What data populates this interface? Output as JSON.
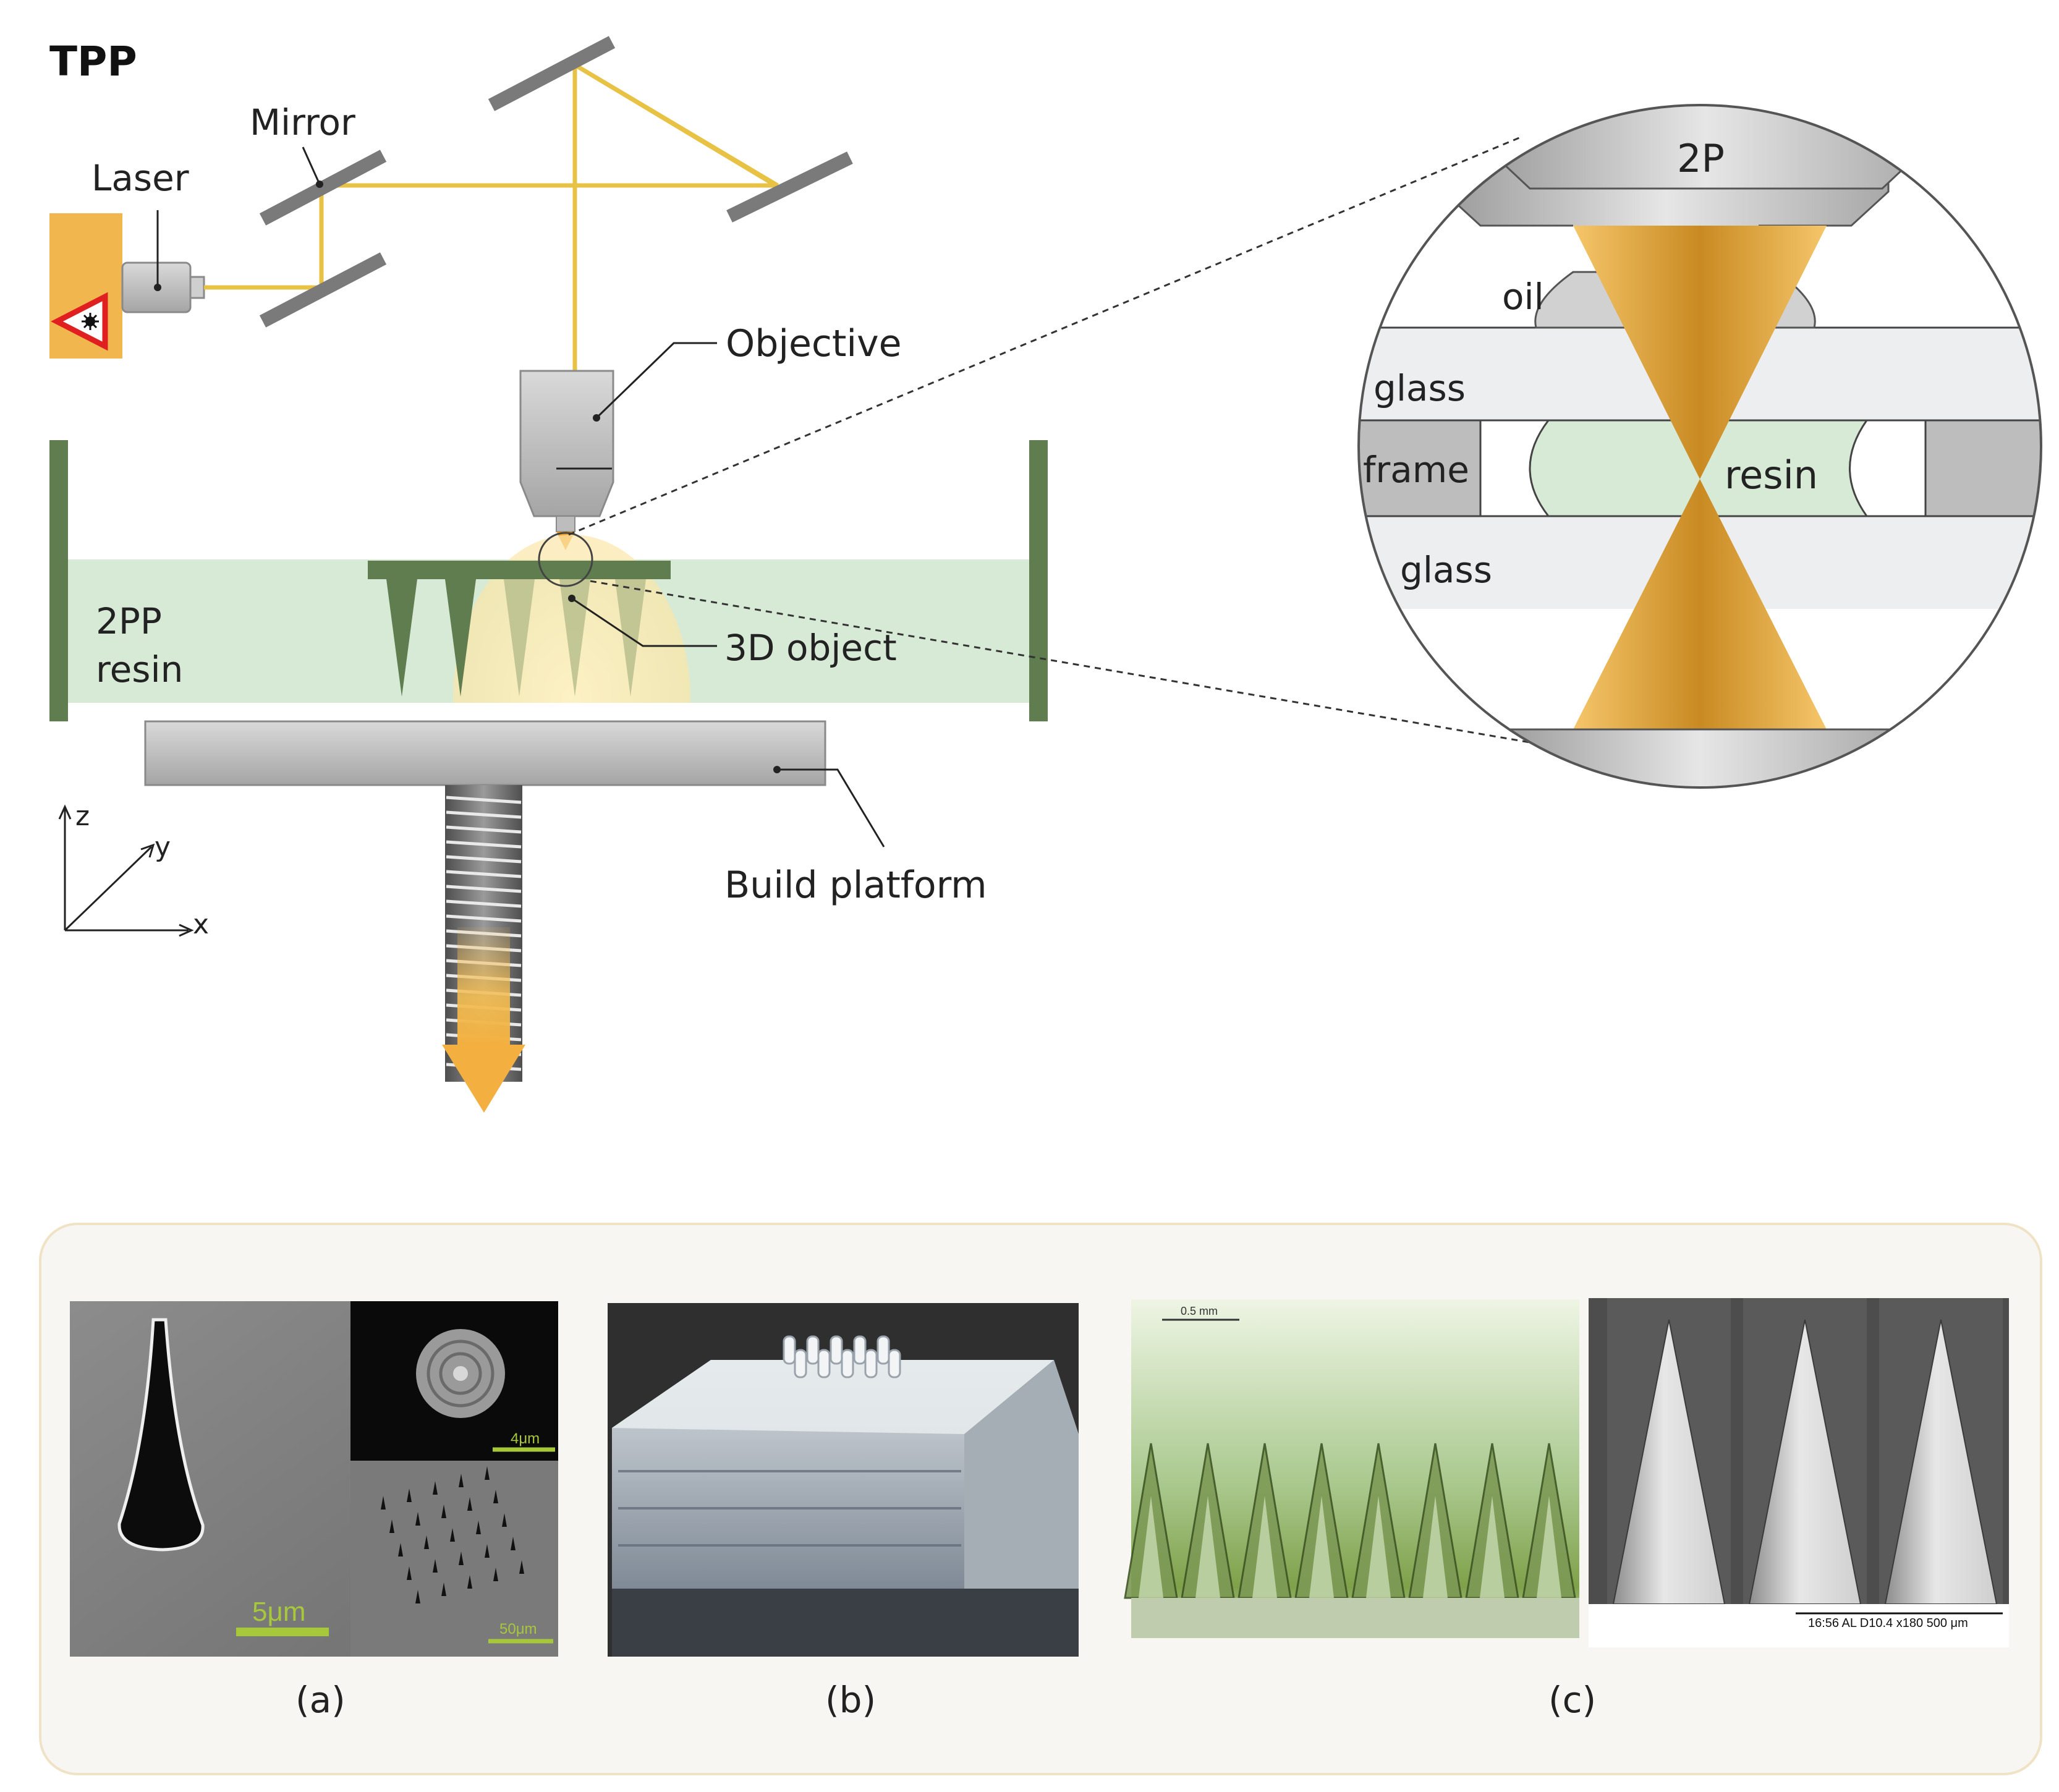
{
  "figure": {
    "title": "TPP",
    "labels": {
      "mirror": "Mirror",
      "laser": "Laser",
      "objective": "Objective",
      "resin_vat": "2PP\nresin",
      "object": "3D object",
      "platform": "Build platform",
      "axis_z": "z",
      "axis_y": "y",
      "axis_x": "x"
    },
    "inset": {
      "lens": "2P",
      "oil": "oil",
      "glass_top": "glass",
      "frame": "frame",
      "resin": "resin",
      "glass_bottom": "glass"
    },
    "panels": {
      "a": {
        "caption": "(a)",
        "scale_main": "5μm",
        "scale_inset": "4μm",
        "scale_array": "50μm"
      },
      "b": {
        "caption": "(b)"
      },
      "c": {
        "caption": "(c)",
        "scale_optical": "0.5 mm",
        "sem_footer": "16:56  AL   D10.4 x180     500 μm"
      }
    },
    "colors": {
      "laser_beam": "#e8c244",
      "laser_body": "#f2b64e",
      "vat_wall": "#5f7d4f",
      "resin": "#d7ead6",
      "metal": "#c4c4c4",
      "cone": "#e5a93c"
    }
  }
}
